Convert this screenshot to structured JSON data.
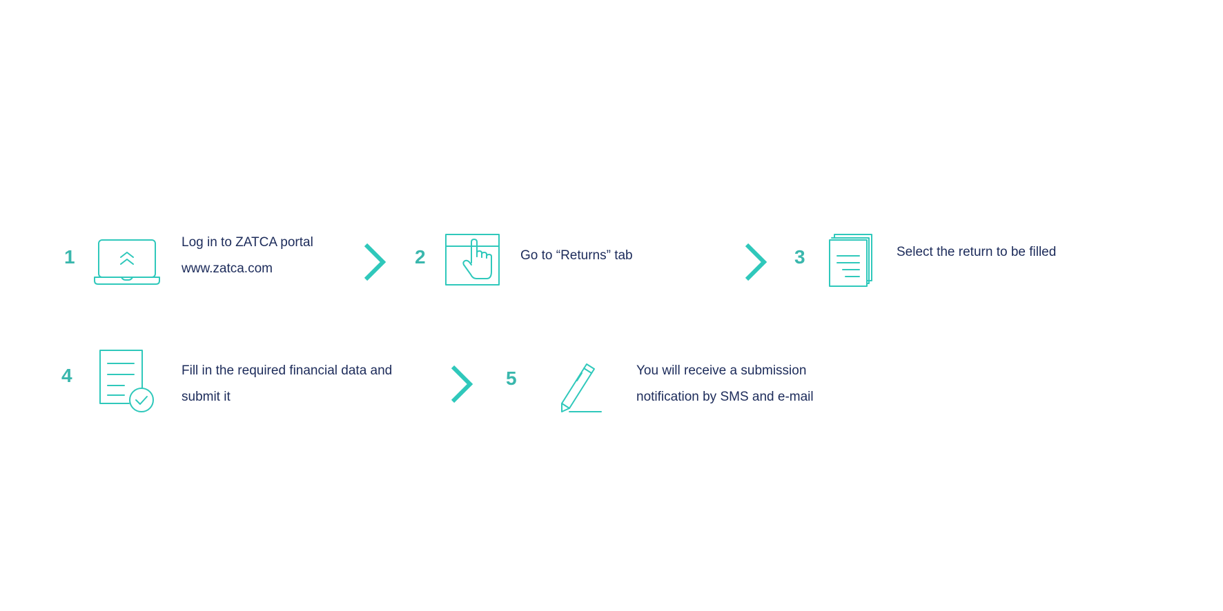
{
  "colors": {
    "accent": "#2fc8bb",
    "number": "#3ab7ad",
    "text": "#1c2b5a",
    "background": "#ffffff"
  },
  "steps": [
    {
      "number": "1",
      "icon": "laptop-login-icon",
      "lines": [
        "Log in to ZATCA portal",
        "www.zatca.com"
      ]
    },
    {
      "number": "2",
      "icon": "hand-tap-tab-icon",
      "lines": [
        "Go to “Returns” tab"
      ]
    },
    {
      "number": "3",
      "icon": "documents-stack-icon",
      "lines": [
        "Select the return to be filled"
      ]
    },
    {
      "number": "4",
      "icon": "document-check-icon",
      "lines": [
        "Fill in the required financial data and",
        "submit it"
      ]
    },
    {
      "number": "5",
      "icon": "pencil-icon",
      "lines": [
        "You will receive a submission",
        "notification by SMS and e-mail"
      ]
    }
  ]
}
